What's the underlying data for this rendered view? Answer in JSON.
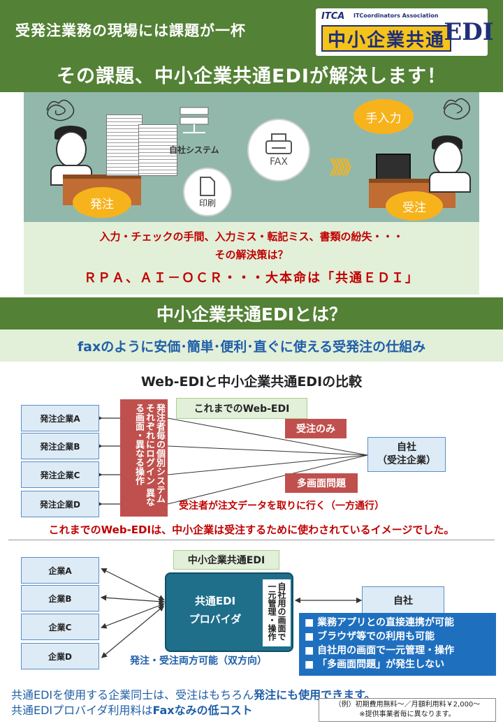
{
  "header": {
    "tagline": "受発注業務の現場には課題が一杯",
    "headline": "その課題、中小企業共通EDIが解決します！",
    "logo": {
      "itca": "ITCA",
      "association": "ITCoordinators Association",
      "main": "中小企業共通",
      "edi": "EDI"
    }
  },
  "illustration": {
    "self_system": "自社システム",
    "fax": "FAX",
    "print": "印刷",
    "order_bubble": "発注",
    "receive_bubble": "受注",
    "manual_input": "手入力",
    "arrows": "》》》"
  },
  "problems": {
    "line1": "入力・チェックの手間、入力ミス・転記ミス、書類の紛失・・・",
    "line2": "その解決策は？",
    "line3": "ＲＰＡ、ＡＩ－ＯＣＲ・・・大本命は「共通ＥＤＩ」"
  },
  "section": {
    "title": "中小企業共通EDIとは？",
    "subtitle": "faxのように安価･簡単･便利･直ぐに使える受発注の仕組み"
  },
  "comparison": {
    "title": "Web-EDIと中小企業共通EDIの比較",
    "web_edi": {
      "ordering_companies": [
        "発注企業A",
        "発注企業B",
        "発注企業C",
        "発注企業D"
      ],
      "vertical_note": "発注者毎の個別システム それぞれにログイン 異なる画面・異なる操作",
      "label": "これまでのWeb-EDI",
      "receive_only": "受注のみ",
      "multi_screen": "多画面問題",
      "self_box_line1": "自社",
      "self_box_line2": "（受注企業）",
      "receiver_note": "受注者が注文データを取りに行く（一方通行）",
      "conclusion": "これまでのWeb-EDIは、中小企業は受注するために使わされているイメージでした。"
    },
    "common_edi": {
      "label": "中小企業共通EDI",
      "companies": [
        "企業A",
        "企業B",
        "企業C",
        "企業D"
      ],
      "provider_line1": "共通EDI",
      "provider_line2": "プロバイダ",
      "provider_side": "自社用の画面で一元管理・操作",
      "self_box": "自社",
      "both_ways": "発注・受注両方可能（双方向）",
      "features": [
        "業務アプリとの直接連携が可能",
        "ブラウザ等での利用も可能",
        "自社用の画面で一元管理・操作",
        "「多画面問題」が発生しない"
      ]
    }
  },
  "bottom": {
    "line1_pre": "共通EDIを使用する企業同士は、受注はもちろん",
    "line1_bold": "発注にも使用できます。",
    "line2_pre": "共通EDIプロバイダ利用料は",
    "line2_bold": "Faxなみの低コスト",
    "cost_note_line1": "（例）初期費用無料～／月額利用料￥2,000～",
    "cost_note_line2": "※提供事業者毎に異なります。"
  },
  "colors": {
    "header_green": "#538135",
    "light_green": "#e2efd9",
    "red": "#c0504d",
    "blue_text": "#1f5ea8",
    "provider": "#1f6f8b",
    "feature_box": "#1f6fbf"
  }
}
